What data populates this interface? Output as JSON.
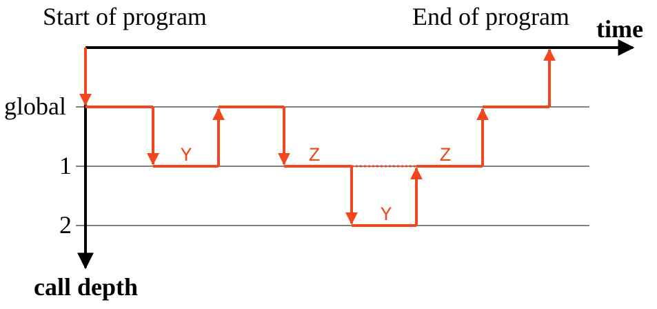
{
  "labels": {
    "start": "Start of program",
    "end": "End of program",
    "time_axis": "time",
    "depth_axis": "call depth"
  },
  "levels": {
    "global": "global",
    "one": "1",
    "two": "2"
  },
  "calls": {
    "first_y": "Y",
    "z_left": "Z",
    "z_right": "Z",
    "nested_y": "Y"
  },
  "colors": {
    "trace": "#f2461f",
    "axis": "#000000",
    "grid": "#000000"
  }
}
